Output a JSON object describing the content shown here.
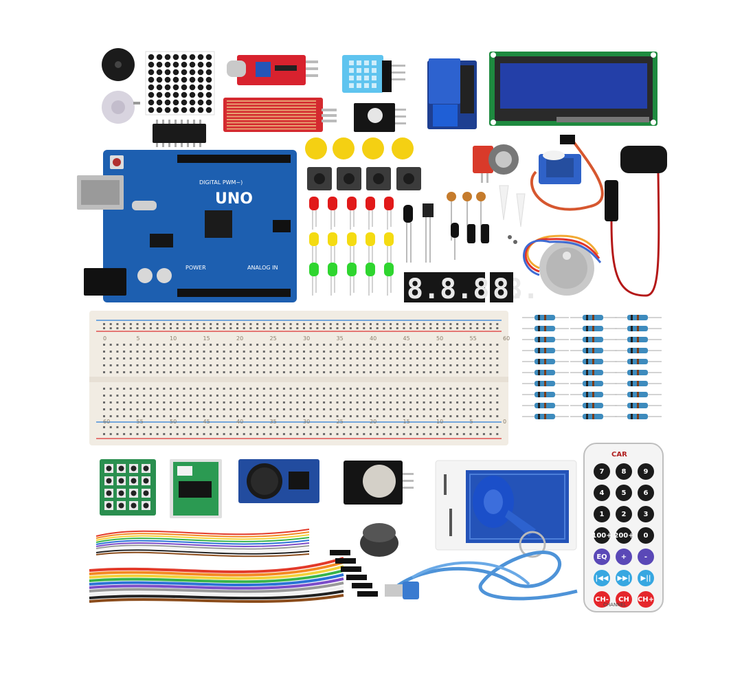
{
  "arduino": {
    "board_label": "UNO",
    "analog_label": "ANALOG IN",
    "power_label": "POWER",
    "digital_label": "DIGITAL PWM~)"
  },
  "display": {
    "digits": "8.8.8.8.",
    "single_digit": "8."
  },
  "breadboard": {
    "top_numbers": [
      "0",
      "5",
      "10",
      "15",
      "20",
      "25",
      "30",
      "35",
      "40",
      "45",
      "50",
      "55",
      "60"
    ],
    "bottom_numbers": [
      "60",
      "55",
      "50",
      "45",
      "40",
      "35",
      "30",
      "25",
      "20",
      "15",
      "10",
      "5",
      "0"
    ]
  },
  "remote": {
    "brand": "CAR",
    "keys": [
      "7",
      "8",
      "9",
      "4",
      "5",
      "6",
      "1",
      "2",
      "3",
      "100+",
      "200+",
      "0",
      "EQ",
      "+",
      "-",
      "|◀◀",
      "▶▶|",
      "▶||",
      "CH-",
      "CH",
      "CH+"
    ],
    "channel_label": "CHANNEL"
  },
  "colors": {
    "board_blue": "#1d5fb0",
    "breadboard": "#f1ece3",
    "lcd_blue": "#1f3fa0",
    "remote_body": "#f4f4f4"
  }
}
